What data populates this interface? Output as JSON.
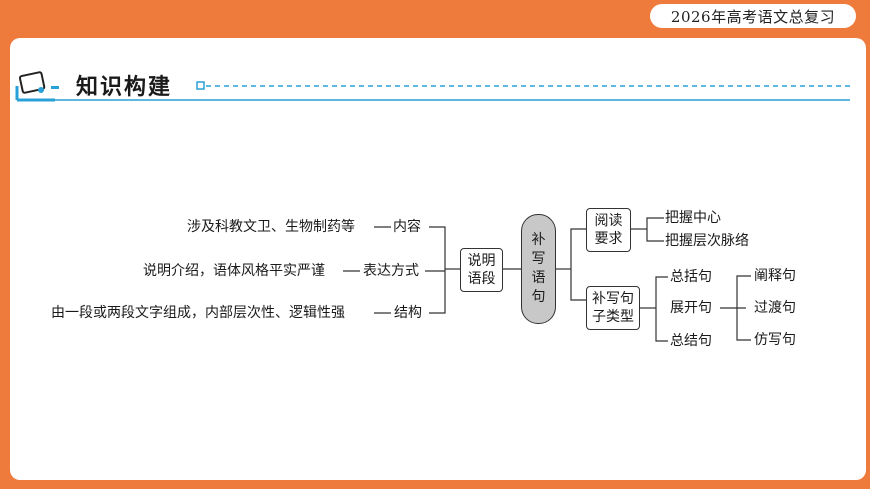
{
  "header": {
    "badge": "2026年高考语文总复习"
  },
  "section": {
    "title": "知识构建"
  },
  "diagram": {
    "left_items": [
      {
        "desc": "涉及科教文卫、生物制药等",
        "label": "内容"
      },
      {
        "desc": "说明介绍，语体风格平实严谨",
        "label": "表达方式"
      },
      {
        "desc": "由一段或两段文字组成，内部层次性、逻辑性强",
        "label": "结构"
      }
    ],
    "center_box": [
      "说明",
      "语段"
    ],
    "core": [
      "补",
      "写",
      "语",
      "句"
    ],
    "branch_top": {
      "box": [
        "阅读",
        "要求"
      ],
      "leaves": [
        "把握中心",
        "把握层次脉络"
      ]
    },
    "branch_bottom": {
      "box": [
        "补写句",
        "子类型"
      ],
      "types": [
        "总括句",
        "展开句",
        "总结句"
      ],
      "sub": [
        "阐释句",
        "过渡句",
        "仿写句"
      ]
    }
  }
}
